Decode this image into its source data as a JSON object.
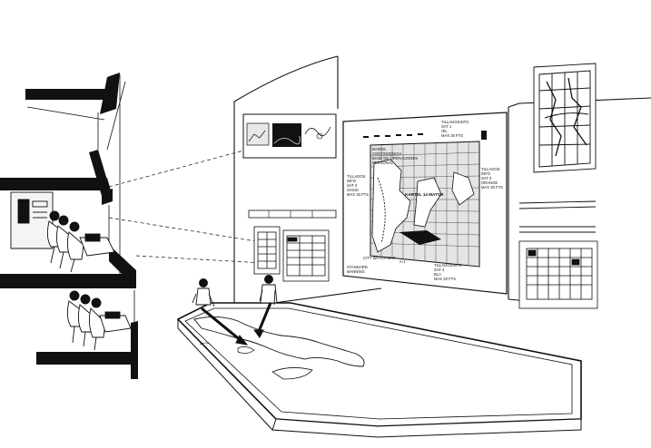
{
  "map_wall": {
    "header_lines": [
      "BAROS",
      "CONTINGENCIA",
      "BASE DE OPERACIONES",
      "PERSONAL"
    ],
    "center_label": "KARTEL 14 MATOR",
    "top_right_block": [
      "TILLAGOSINTO",
      "SAT 1",
      "OIL",
      "MAX 35 FTS"
    ],
    "left_block": [
      "TILLAGOS",
      "INFO",
      "SAT 2",
      "OASIS",
      "MAX 30 FTS"
    ],
    "right_block": [
      "TILLAGOS",
      "INFO",
      "SAT 3",
      "ORANGE",
      "MAX 30 FTS"
    ],
    "bottom_block": [
      "TILLAGOSINTO",
      "SAT 4",
      "BLA",
      "MAX 30 FTS"
    ],
    "bottom_left_label": [
      "STANDARD",
      "MANNING"
    ],
    "bottom_left_small": "CITY WATCH MAP",
    "bottom_mid_small": "A-1"
  },
  "palette": {
    "ink": "#111111",
    "paper": "#ffffff",
    "shade": "#cfcfcf"
  }
}
